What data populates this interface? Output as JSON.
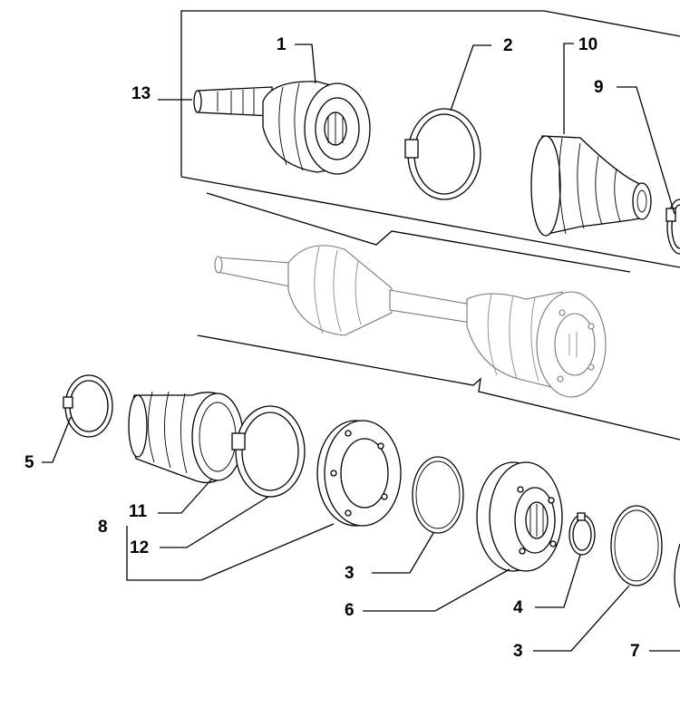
{
  "diagram": {
    "callouts": {
      "p1": "1",
      "p2": "2",
      "p10": "10",
      "p9": "9",
      "p13": "13",
      "p5": "5",
      "p11": "11",
      "p8": "8",
      "p12": "12",
      "p3a": "3",
      "p6": "6",
      "p4": "4",
      "p3b": "3",
      "p7": "7"
    }
  }
}
